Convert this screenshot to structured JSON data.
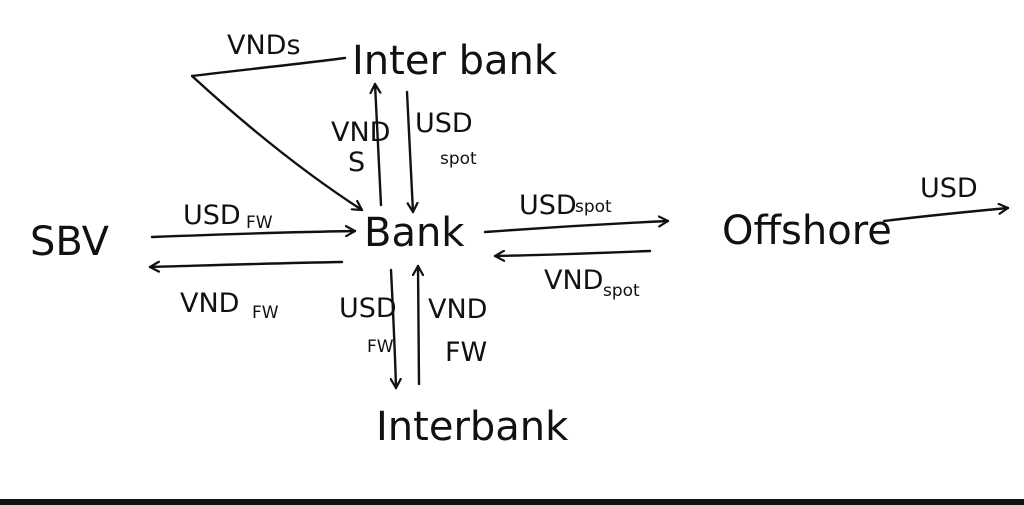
{
  "nodes": {
    "interbank_top": "Inter bank",
    "sbv": "SBV",
    "bank": "Bank",
    "offshore": "Offshore",
    "interbank_bottom": "Interbank"
  },
  "edges": {
    "vnds_top": "VNDs",
    "vnd_s_main": "VND",
    "vnd_s_sub": "S",
    "usd_spot_up_main": "USD",
    "usd_spot_up_sub": "spot",
    "usd_fw_sbv_main": "USD",
    "usd_fw_sbv_sub": "FW",
    "vnd_fw_sbv_main": "VND",
    "vnd_fw_sbv_sub": "FW",
    "usd_spot_right_main": "USD",
    "usd_spot_right_sub": "spot",
    "vnd_spot_right_main": "VND",
    "vnd_spot_right_sub": "spot",
    "usd_offshore": "USD",
    "usd_fw_down_main": "USD",
    "usd_fw_down_sub": "FW",
    "vnd_fw_down_main": "VND",
    "vnd_fw_down_sub": "FW"
  }
}
